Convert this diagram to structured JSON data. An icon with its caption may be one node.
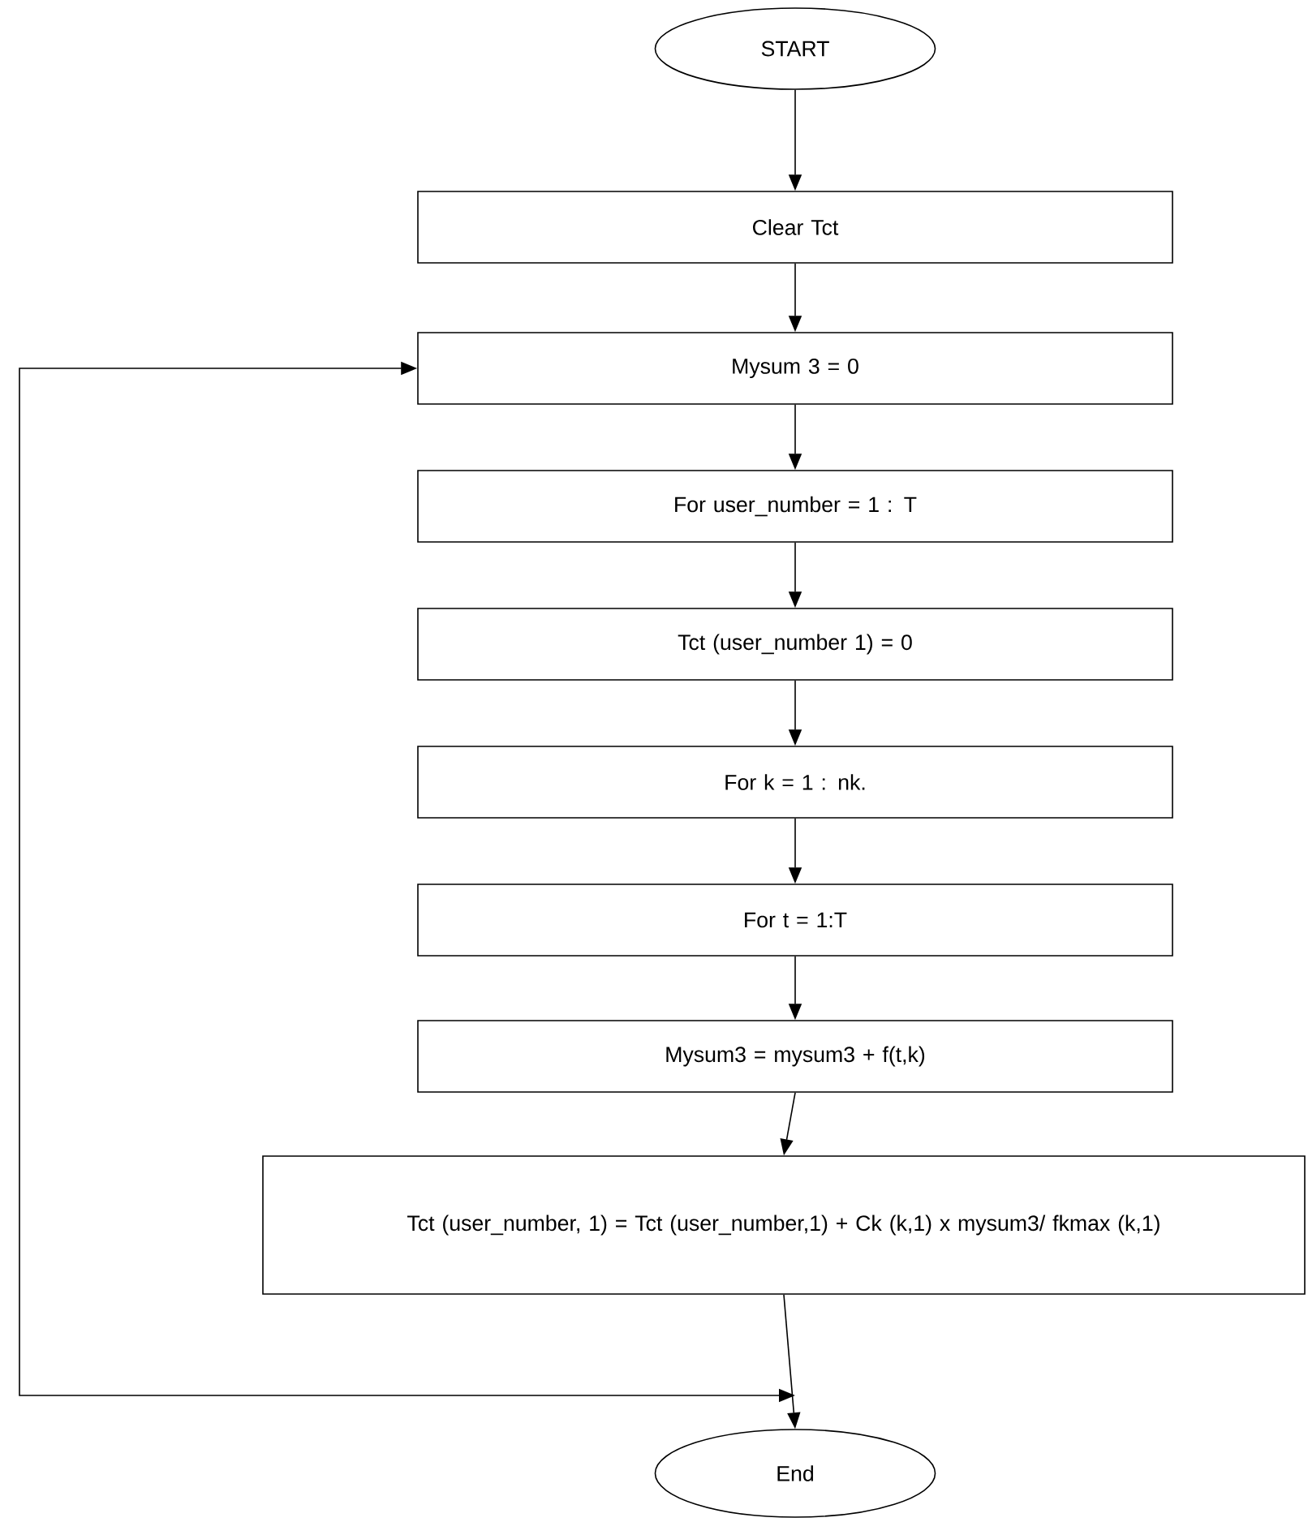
{
  "diagram": {
    "nodes": [
      {
        "text": [
          "START"
        ]
      },
      {
        "text": [
          "Clear Tct"
        ]
      },
      {
        "text": [
          "Mysum 3 = 0"
        ]
      },
      {
        "text": [
          "For user_number = 1 : T"
        ]
      },
      {
        "text": [
          "Tct (user_number 1) = 0"
        ]
      },
      {
        "text": [
          "For k = 1 : nk."
        ]
      },
      {
        "text": [
          "For t = 1:T"
        ]
      },
      {
        "text": [
          "Mysum3 = mysum3 + f(t,k)"
        ]
      },
      {
        "text": [
          "Tct (user_number, 1) = Tct (user_number,1) + Ck (k,1) x mysum3/ fkmax (k,1)"
        ]
      },
      {
        "text": [
          "End"
        ]
      }
    ],
    "edges": [
      {
        "from": 0,
        "to": 1,
        "arrow": "to"
      },
      {
        "from": 1,
        "to": 2,
        "arrow": "to"
      },
      {
        "from": 2,
        "to": 3,
        "arrow": "to"
      },
      {
        "from": 3,
        "to": 4,
        "arrow": "to"
      },
      {
        "from": 4,
        "to": 5,
        "arrow": "to"
      },
      {
        "from": 5,
        "to": 6,
        "arrow": "to"
      },
      {
        "from": 6,
        "to": 7,
        "arrow": "to"
      },
      {
        "from": 7,
        "to": 8,
        "arrow": "to"
      },
      {
        "from": 8,
        "to": 9,
        "arrow": "to"
      },
      {
        "from": 2,
        "to": 9,
        "arrow": "both"
      }
    ]
  }
}
